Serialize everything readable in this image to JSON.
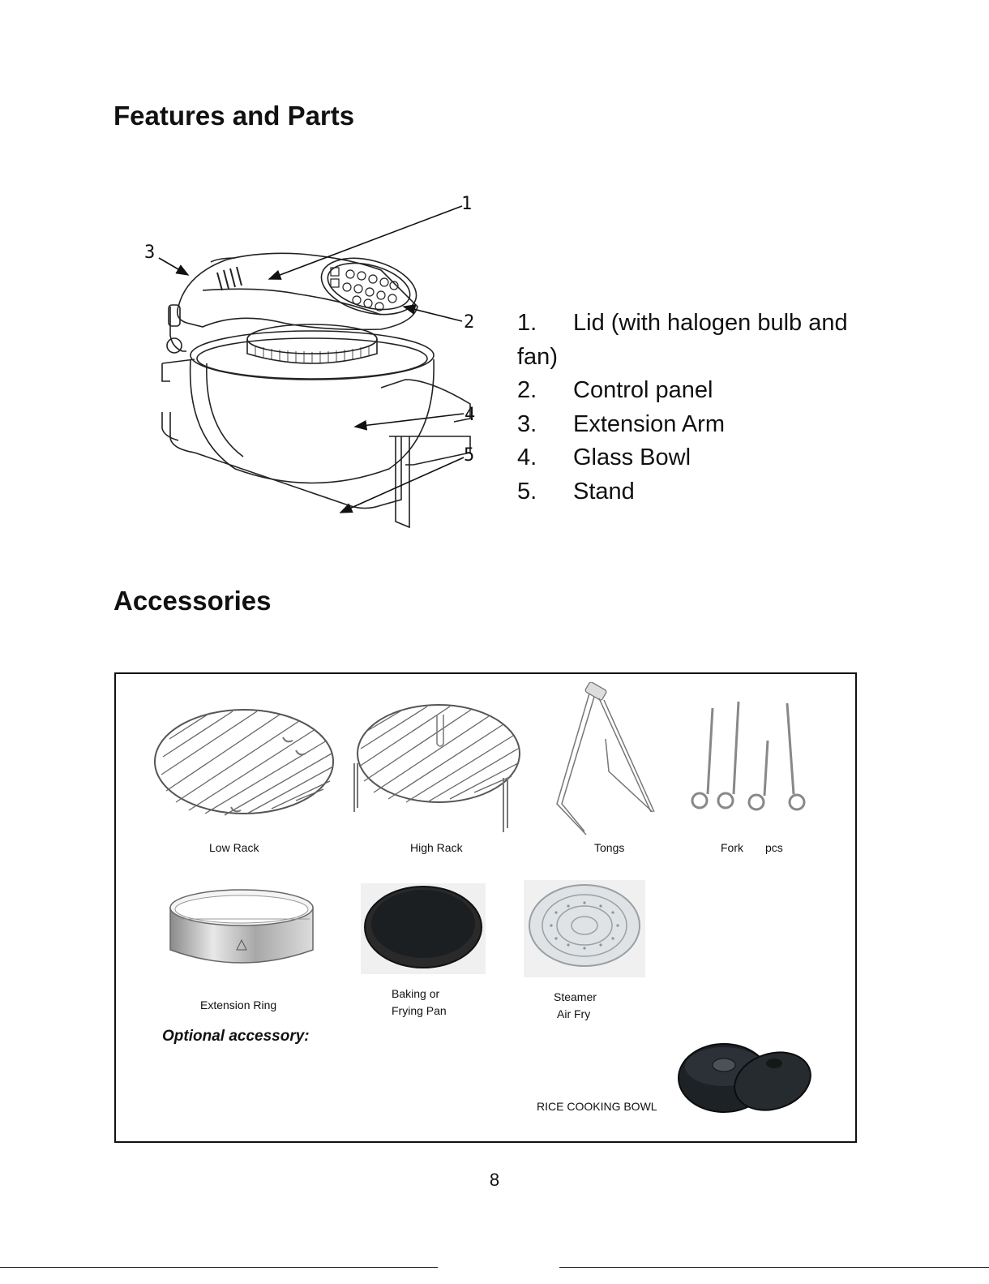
{
  "features": {
    "title": "Features and Parts",
    "callouts": [
      "1",
      "2",
      "3",
      "4",
      "5"
    ],
    "parts": [
      {
        "num": "1.",
        "label": "Lid (with halogen bulb and fan)"
      },
      {
        "num": "2.",
        "label": "Control panel"
      },
      {
        "num": "3.",
        "label": "Extension Arm"
      },
      {
        "num": "4.",
        "label": "Glass Bowl"
      },
      {
        "num": "5.",
        "label": "Stand"
      }
    ]
  },
  "accessories": {
    "title": "Accessories",
    "items": {
      "low_rack": "Low Rack",
      "high_rack": "High Rack",
      "tongs": "Tongs",
      "fork": "Fork",
      "fork_pcs": "pcs",
      "extension_ring": "Extension Ring",
      "baking_pan_line1": "Baking or",
      "baking_pan_line2": "Frying Pan",
      "steamer_line1": "Steamer",
      "steamer_line2": "Air Fry",
      "rice_bowl": "RICE COOKING BOWL"
    },
    "optional_label": "Optional accessory:"
  },
  "page_number": "8"
}
